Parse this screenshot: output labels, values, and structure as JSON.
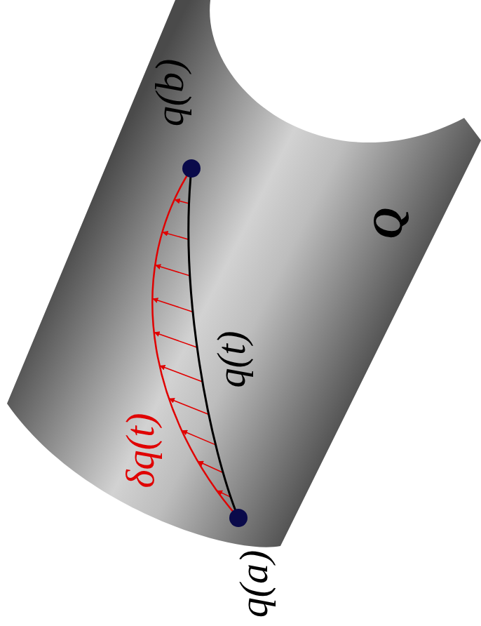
{
  "diagram": {
    "labels": [
      "q(b)",
      "Q",
      "q(t)",
      "δq(t)",
      "q(a)"
    ]
  }
}
